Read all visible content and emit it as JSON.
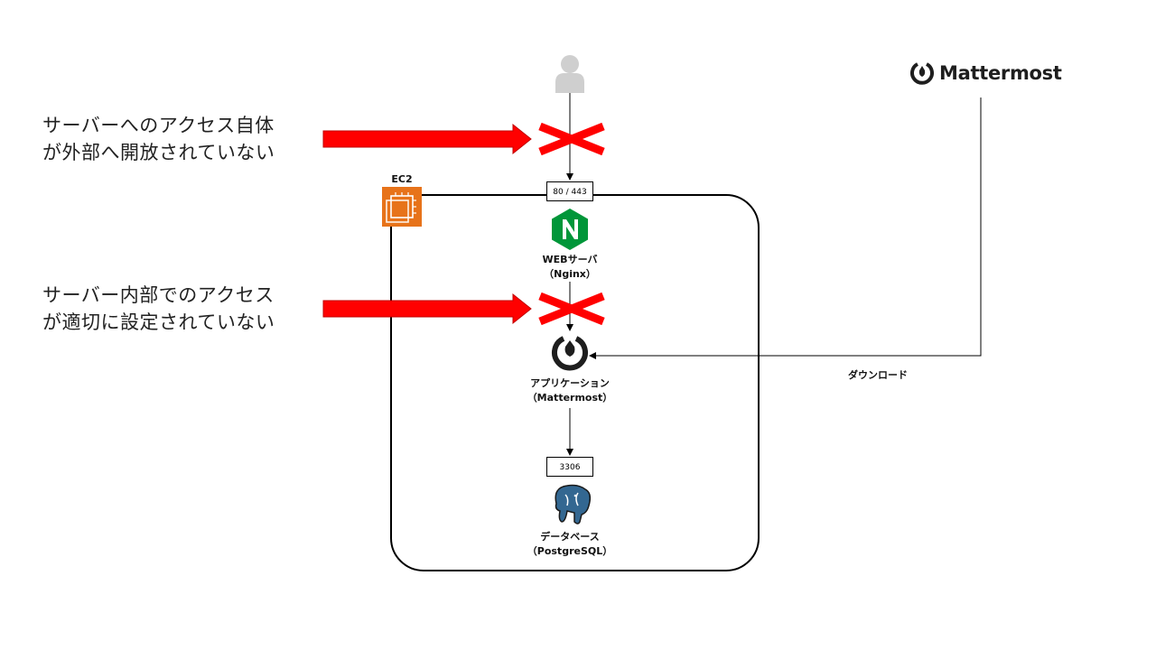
{
  "notes": {
    "external": [
      "サーバーへのアクセス自体",
      "が外部へ開放されていない"
    ],
    "internal": [
      "サーバー内部でのアクセス",
      "が適切に設定されていない"
    ]
  },
  "ec2_label": "EC2",
  "ports": {
    "web": "80 / 443",
    "db": "3306"
  },
  "nodes": {
    "web": [
      "WEBサーバ",
      "（Nginx）"
    ],
    "app": [
      "アプリケーション",
      "（Mattermost）"
    ],
    "db": [
      "データベース",
      "（PostgreSQL）"
    ]
  },
  "brand": "Mattermost",
  "download_label": "ダウンロード",
  "colors": {
    "ec2_orange": "#e7731a",
    "nginx_green": "#009639",
    "postgres_blue": "#336791",
    "block_red": "#ff0000",
    "user_gray": "#cfcfcf"
  },
  "icons": [
    "user-icon",
    "ec2-icon",
    "nginx-icon",
    "mattermost-icon",
    "postgresql-icon",
    "blocked-x-icon",
    "red-arrow-icon"
  ]
}
